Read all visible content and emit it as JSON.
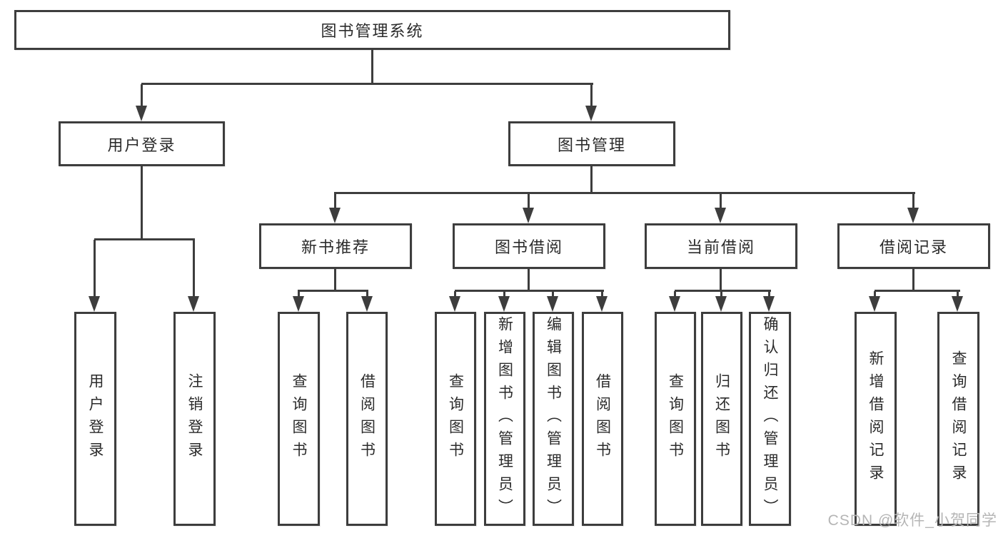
{
  "nodes": {
    "root": {
      "label": "图书管理系统"
    },
    "user_login": {
      "label": "用户登录"
    },
    "book_management": {
      "label": "图书管理"
    },
    "new_book_recommend": {
      "label": "新书推荐"
    },
    "book_borrowing": {
      "label": "图书借阅"
    },
    "current_borrowing": {
      "label": "当前借阅"
    },
    "borrowing_records": {
      "label": "借阅记录"
    },
    "login": {
      "label": "用户登录"
    },
    "logout": {
      "label": "注销登录"
    },
    "nb_query_books": {
      "label": "查询图书"
    },
    "nb_borrow_books": {
      "label": "借阅图书"
    },
    "bb_query_books": {
      "label": "查询图书"
    },
    "bb_add_books": {
      "label": "新增图书（管理员）"
    },
    "bb_edit_books": {
      "label": "编辑图书（管理员）"
    },
    "bb_borrow_books": {
      "label": "借阅图书"
    },
    "cb_query_books": {
      "label": "查询图书"
    },
    "cb_return_books": {
      "label": "归还图书"
    },
    "cb_confirm_return": {
      "label": "确认归还（管理员）"
    },
    "br_add_record": {
      "label": "新增借阅记录"
    },
    "br_query_record": {
      "label": "查询借阅记录"
    }
  },
  "edges": [
    [
      "root",
      "user_login"
    ],
    [
      "root",
      "book_management"
    ],
    [
      "user_login",
      "login"
    ],
    [
      "user_login",
      "logout"
    ],
    [
      "book_management",
      "new_book_recommend"
    ],
    [
      "book_management",
      "book_borrowing"
    ],
    [
      "book_management",
      "current_borrowing"
    ],
    [
      "book_management",
      "borrowing_records"
    ],
    [
      "new_book_recommend",
      "nb_query_books"
    ],
    [
      "new_book_recommend",
      "nb_borrow_books"
    ],
    [
      "book_borrowing",
      "bb_query_books"
    ],
    [
      "book_borrowing",
      "bb_add_books"
    ],
    [
      "book_borrowing",
      "bb_edit_books"
    ],
    [
      "book_borrowing",
      "bb_borrow_books"
    ],
    [
      "current_borrowing",
      "cb_query_books"
    ],
    [
      "current_borrowing",
      "cb_return_books"
    ],
    [
      "current_borrowing",
      "cb_confirm_return"
    ],
    [
      "borrowing_records",
      "br_add_record"
    ],
    [
      "borrowing_records",
      "br_query_record"
    ]
  ],
  "watermark": {
    "text": "CSDN @软件_小贺同学"
  },
  "colors": {
    "line": "#3d3d3d",
    "text": "#2b2b2b",
    "watermark": "#b5b5b5",
    "background": "#ffffff"
  }
}
